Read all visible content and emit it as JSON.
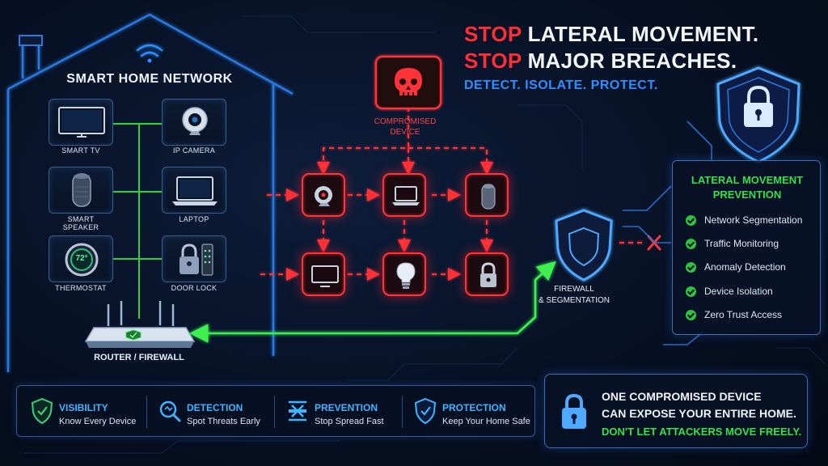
{
  "home": {
    "title": "SMART HOME NETWORK",
    "devices": [
      {
        "label": "SMART TV",
        "icon": "tv-icon"
      },
      {
        "label": "IP CAMERA",
        "icon": "camera-icon"
      },
      {
        "label": "SMART SPEAKER",
        "icon": "speaker-icon"
      },
      {
        "label": "LAPTOP",
        "icon": "laptop-icon"
      },
      {
        "label": "THERMOSTAT",
        "icon": "thermostat-icon",
        "display": "72°"
      },
      {
        "label": "DOOR LOCK",
        "icon": "door-lock-icon"
      }
    ],
    "router_label": "ROUTER / FIREWALL"
  },
  "headline": {
    "line1_red": "STOP",
    "line1_rest": "LATERAL MOVEMENT.",
    "line2_red": "STOP",
    "line2_rest": "MAJOR BREACHES.",
    "tagline": "DETECT. ISOLATE. PROTECT."
  },
  "compromised": {
    "line1": "COMPROMISED",
    "line2": "DEVICE",
    "icon": "skull-icon"
  },
  "attack_grid": {
    "nodes": [
      "camera-icon",
      "laptop-icon",
      "speaker-icon",
      "tv-icon",
      "bulb-icon",
      "padlock-icon"
    ]
  },
  "firewall": {
    "line1": "FIREWALL",
    "line2": "& SEGMENTATION",
    "icon": "shield-icon"
  },
  "prevention": {
    "title_line1": "LATERAL MOVEMENT",
    "title_line2": "PREVENTION",
    "items": [
      "Network Segmentation",
      "Traffic Monitoring",
      "Anomaly Detection",
      "Device Isolation",
      "Zero Trust Access"
    ]
  },
  "features": [
    {
      "title": "VISIBILITY",
      "subtitle": "Know Every Device",
      "icon": "shield-check-icon"
    },
    {
      "title": "DETECTION",
      "subtitle": "Spot Threats Early",
      "icon": "magnifier-icon"
    },
    {
      "title": "PREVENTION",
      "subtitle": "Stop Spread Fast",
      "icon": "block-icon"
    },
    {
      "title": "PROTECTION",
      "subtitle": "Keep Your Home Safe",
      "icon": "shield-check-icon"
    }
  ],
  "warning": {
    "line1": "ONE COMPROMISED DEVICE",
    "line2": "CAN EXPOSE YOUR ENTIRE HOME.",
    "line3": "DON'T LET ATTACKERS MOVE FREELY.",
    "icon": "padlock-icon"
  },
  "colors": {
    "threat_red": "#ff2d36",
    "safe_green": "#37e04a",
    "accent_blue": "#2f8fff",
    "background": "#050b18"
  }
}
